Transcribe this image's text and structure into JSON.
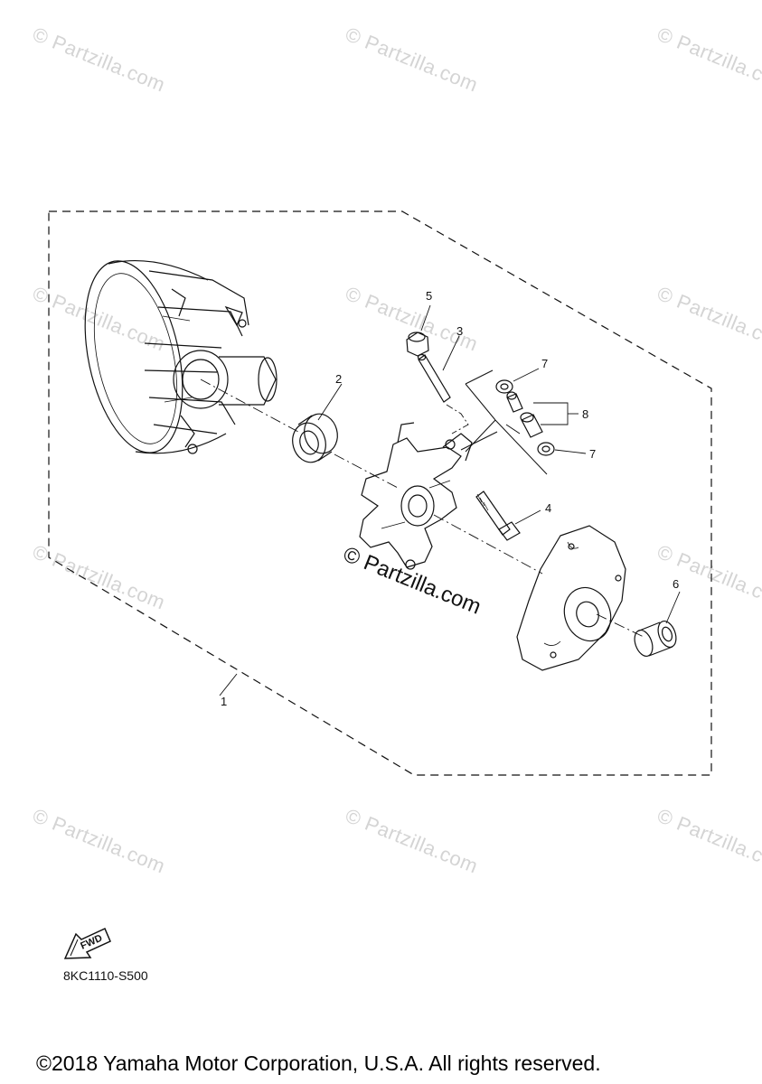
{
  "watermark": {
    "text": "© Partzilla.com",
    "center_text": "© Partzilla.com"
  },
  "callouts": {
    "c1": "1",
    "c2": "2",
    "c3": "3",
    "c4": "4",
    "c5": "5",
    "c6": "6",
    "c7a": "7",
    "c7b": "7",
    "c8": "8"
  },
  "fwd_label": "FWD",
  "diagram_code": "8KC1110-S500",
  "copyright": "©2018 Yamaha Motor Corporation, U.S.A. All rights reserved."
}
